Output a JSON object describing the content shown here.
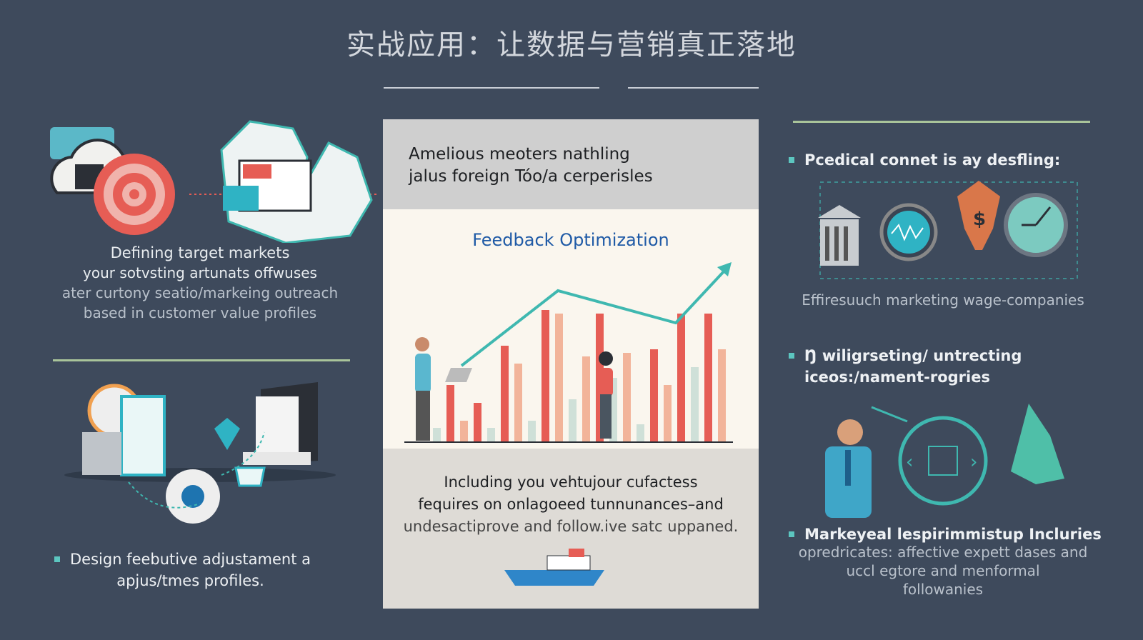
{
  "title": "实战应用：让数据与营销真正落地",
  "left": {
    "top_caption": [
      "Defining target markets",
      "your sotvsting artunats offwuses",
      "ater curtony seatio/markeing outreach",
      "based in customer value profiles"
    ],
    "bottom_bullet": [
      "Design feebutive adjustament a",
      "apjus/tmes profiles."
    ]
  },
  "center": {
    "header": [
      "Amelious meoters nathling",
      "jalus foreign Tóo/a cerperisles"
    ],
    "chart_title": "Feedback Optimization",
    "body": [
      "Including you vehtujour cufactess",
      "fequires on onlagoeed tunnunances–and",
      "undesactiprove and follow.ive satc uppaned."
    ]
  },
  "right": {
    "bullet1": "Pcedical connet is ay desfling:",
    "caption1": "Effiresuuch marketing wage-companies",
    "bullet2": [
      "Ŋ wiligrseting/ untrecting",
      "iceos:/nament-rogries"
    ],
    "bullet3": "Markeyeal lespirimmistup Incluries",
    "caption3": [
      "opredricates: affective expett dases and",
      "uccl egtore and menformal",
      "followanies"
    ]
  },
  "colors": {
    "background": "#3e4a5c",
    "accent_teal": "#3fb8b0",
    "accent_red": "#e8625a",
    "chart_title": "#1f5aa6"
  }
}
